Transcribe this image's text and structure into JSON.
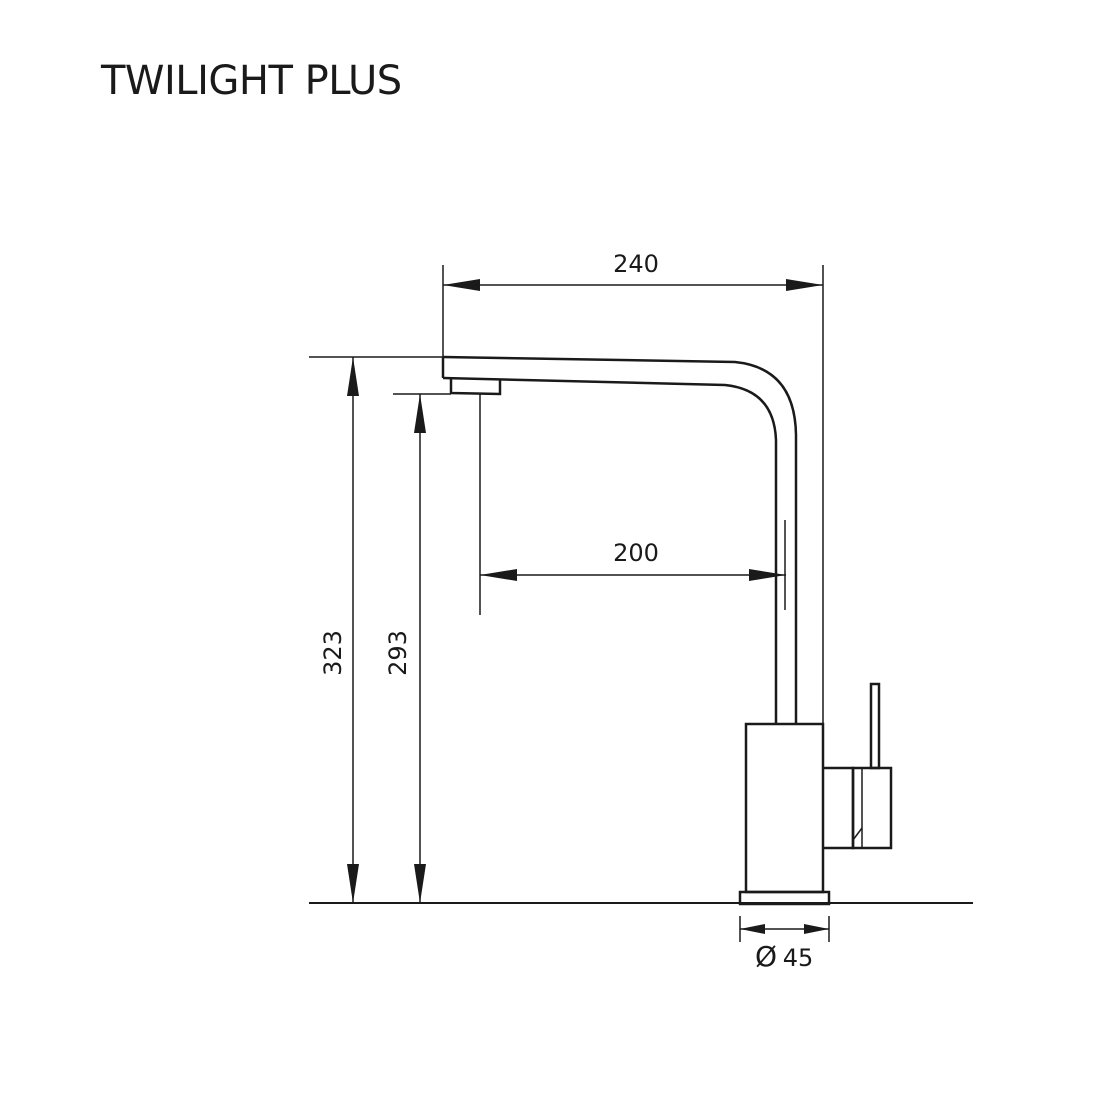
{
  "title": "TWILIGHT PLUS",
  "dimensions": {
    "overall_reach": "240",
    "spout_reach": "200",
    "overall_height": "323",
    "spout_height": "293",
    "base_diameter_symbol": "Ø",
    "base_diameter": "45"
  },
  "colors": {
    "line": "#1a1a1a",
    "background": "#ffffff"
  }
}
